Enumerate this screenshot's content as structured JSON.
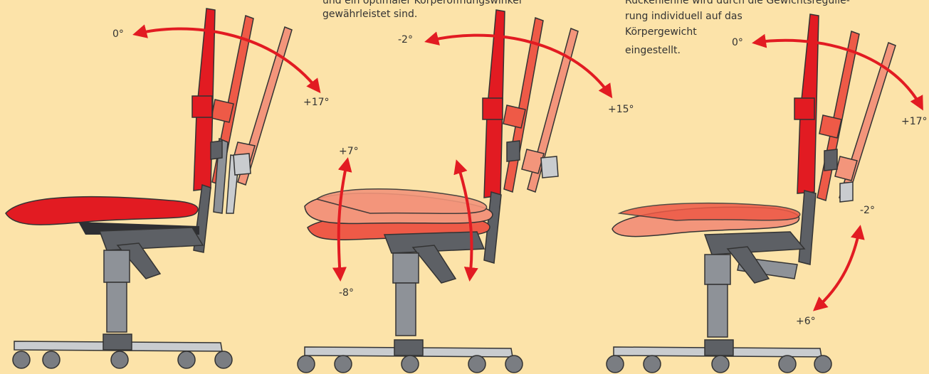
{
  "colors": {
    "background": "#FCE3A9",
    "arrow": "#E21B22",
    "seat_red": "#E21B22",
    "seat_mid": "#EE5A47",
    "seat_light": "#F3957B",
    "frame_dark": "#5D6065",
    "frame_mid": "#8E9298",
    "frame_light": "#C9CCCF",
    "caster": "#7A7D82"
  },
  "panels": [
    {
      "caption_lines": [],
      "labels": {
        "back_forward": "0°",
        "back_rear": "+17°"
      }
    },
    {
      "caption_lines": [
        "und ein optimaler Körperöffnungswinkel",
        "gewährleistet sind."
      ],
      "labels": {
        "back_forward": "-2°",
        "back_rear": "+15°",
        "seat_up": "+7°",
        "seat_down": "-8°"
      }
    },
    {
      "caption_lines": [
        "Rückenlehne wird durch die Gewichtsregulie-",
        "rung individuell auf das",
        "Körpergewicht",
        "eingestellt."
      ],
      "labels": {
        "back_forward": "0°",
        "back_rear": "+17°",
        "seat_up": "-2°",
        "seat_down": "+6°"
      }
    }
  ]
}
